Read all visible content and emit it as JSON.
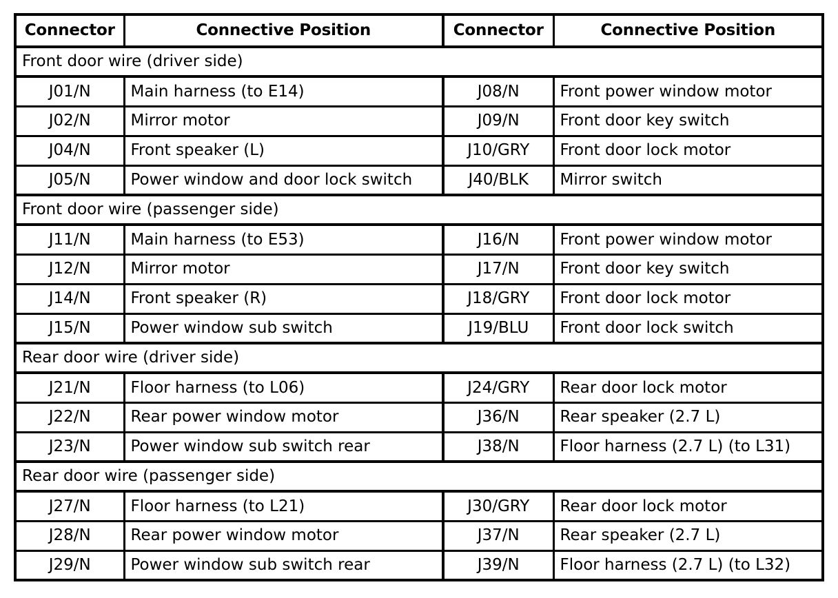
{
  "document": {
    "type": "connector-reference-table",
    "columns": [
      "Connector",
      "Connective Position",
      "Connector",
      "Connective Position"
    ]
  },
  "table": {
    "headers": {
      "col1": "Connector",
      "col2": "Connective Position",
      "col3": "Connector",
      "col4": "Connective Position"
    },
    "sections": [
      {
        "title": "Front door wire (driver side)",
        "rows": [
          {
            "left_connector": "J01/N",
            "left_position": "Main harness (to E14)",
            "right_connector": "J08/N",
            "right_position": "Front power window motor"
          },
          {
            "left_connector": "J02/N",
            "left_position": "Mirror motor",
            "right_connector": "J09/N",
            "right_position": "Front door key switch"
          },
          {
            "left_connector": "J04/N",
            "left_position": "Front speaker (L)",
            "right_connector": "J10/GRY",
            "right_position": "Front door lock motor"
          },
          {
            "left_connector": "J05/N",
            "left_position": "Power window and door lock switch",
            "right_connector": "J40/BLK",
            "right_position": "Mirror switch"
          }
        ]
      },
      {
        "title": "Front door wire (passenger side)",
        "rows": [
          {
            "left_connector": "J11/N",
            "left_position": "Main harness (to E53)",
            "right_connector": "J16/N",
            "right_position": "Front power window motor"
          },
          {
            "left_connector": "J12/N",
            "left_position": "Mirror motor",
            "right_connector": "J17/N",
            "right_position": "Front door key switch"
          },
          {
            "left_connector": "J14/N",
            "left_position": "Front speaker (R)",
            "right_connector": "J18/GRY",
            "right_position": "Front door lock motor"
          },
          {
            "left_connector": "J15/N",
            "left_position": "Power window sub switch",
            "right_connector": "J19/BLU",
            "right_position": "Front door lock switch"
          }
        ]
      },
      {
        "title": "Rear door wire (driver side)",
        "rows": [
          {
            "left_connector": "J21/N",
            "left_position": "Floor harness (to L06)",
            "right_connector": "J24/GRY",
            "right_position": "Rear door lock motor"
          },
          {
            "left_connector": "J22/N",
            "left_position": "Rear power window motor",
            "right_connector": "J36/N",
            "right_position": "Rear speaker (2.7 L)"
          },
          {
            "left_connector": "J23/N",
            "left_position": "Power window sub switch rear",
            "right_connector": "J38/N",
            "right_position": "Floor harness (2.7 L) (to L31)"
          }
        ]
      },
      {
        "title": "Rear door wire (passenger side)",
        "rows": [
          {
            "left_connector": "J27/N",
            "left_position": "Floor harness (to L21)",
            "right_connector": "J30/GRY",
            "right_position": "Rear door lock motor"
          },
          {
            "left_connector": "J28/N",
            "left_position": "Rear power window motor",
            "right_connector": "J37/N",
            "right_position": "Rear speaker (2.7 L)"
          },
          {
            "left_connector": "J29/N",
            "left_position": "Power window sub switch rear",
            "right_connector": "J39/N",
            "right_position": "Floor harness (2.7 L) (to L32)"
          }
        ]
      }
    ]
  },
  "colors": {
    "background": "#ffffff",
    "text": "#000000",
    "border": "#000000"
  }
}
